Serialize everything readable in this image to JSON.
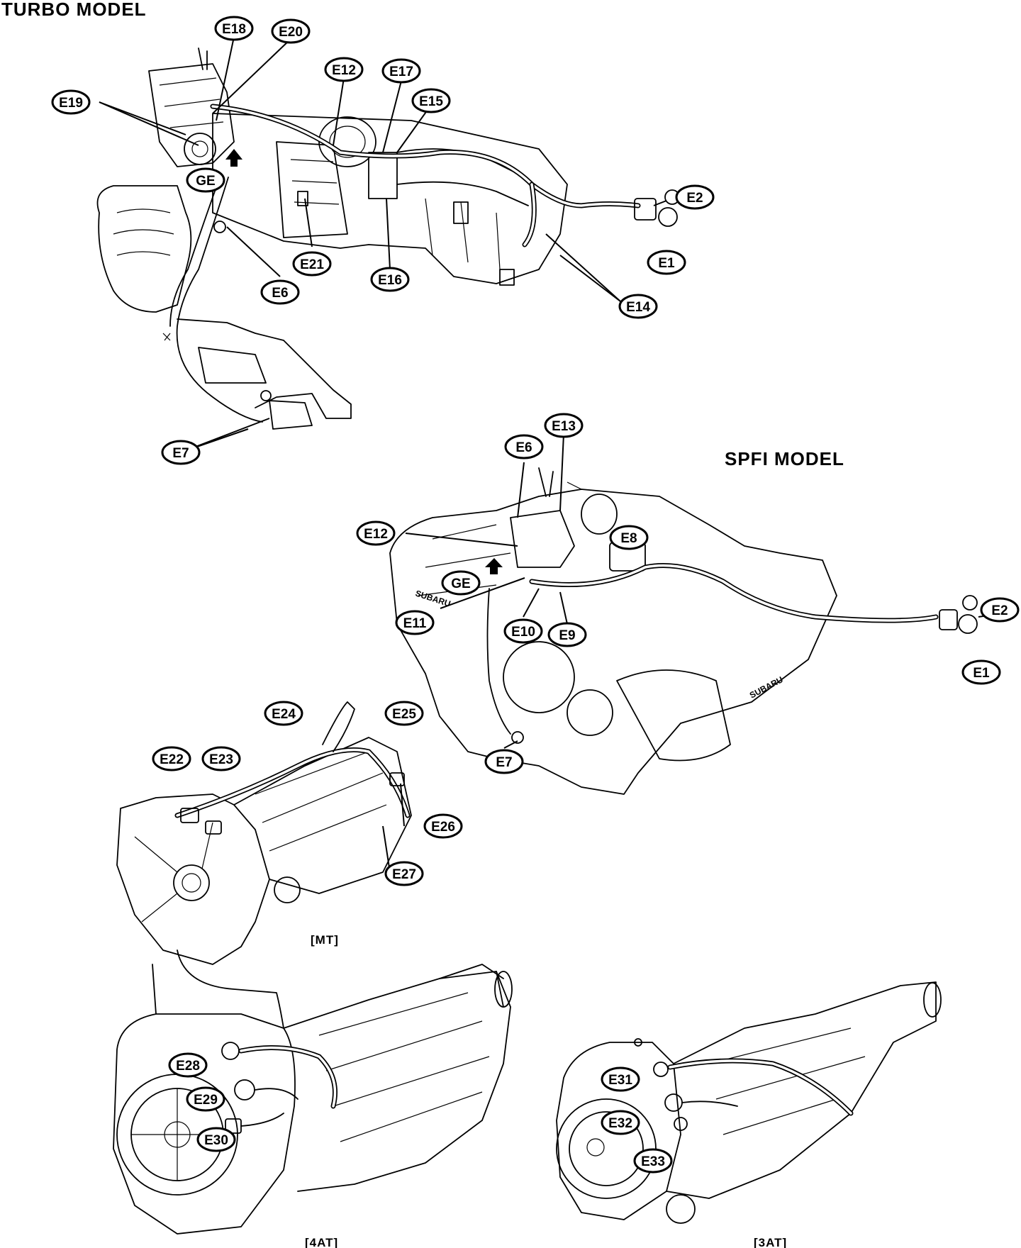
{
  "sections": {
    "turbo": {
      "title": "TURBO MODEL"
    },
    "spfi": {
      "title": "SPFI MODEL"
    },
    "mt": {
      "caption": "[MT]"
    },
    "at4": {
      "caption": "[4AT]"
    },
    "at3": {
      "caption": "[3AT]"
    }
  },
  "labels": {
    "turbo": [
      "E18",
      "E20",
      "E19",
      "E12",
      "E17",
      "E15",
      "GE",
      "E2",
      "E1",
      "E21",
      "E16",
      "E6",
      "E14",
      "E7"
    ],
    "spfi": [
      "E6",
      "E13",
      "E12",
      "E8",
      "GE",
      "E11",
      "E10",
      "E9",
      "E2",
      "E1",
      "E7"
    ],
    "mt": [
      "E24",
      "E25",
      "E22",
      "E23",
      "E26",
      "E27"
    ],
    "at4": [
      "E28",
      "E29",
      "E30"
    ],
    "at3": [
      "E31",
      "E32",
      "E33"
    ]
  },
  "style": {
    "ink": "#000000",
    "paper": "#ffffff"
  }
}
